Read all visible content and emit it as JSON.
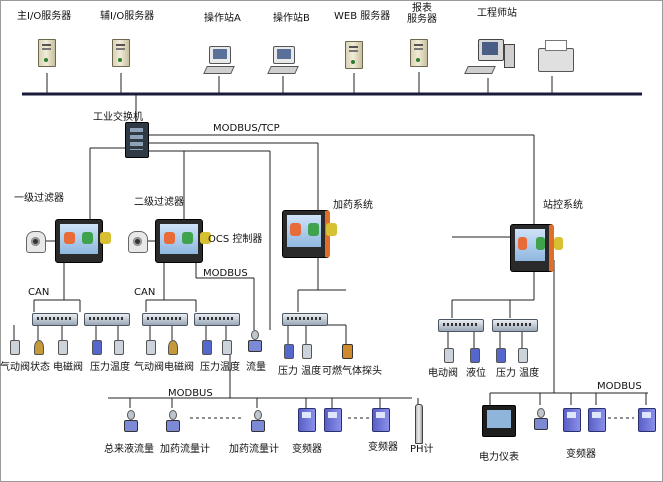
{
  "top_network": {
    "nodes": [
      {
        "id": "main-io-server",
        "label": "主I/O服务器"
      },
      {
        "id": "aux-io-server",
        "label": "辅I/O服务器"
      },
      {
        "id": "operator-station-a",
        "label": "操作站A"
      },
      {
        "id": "operator-station-b",
        "label": "操作站B"
      },
      {
        "id": "web-server",
        "label": "WEB 服务器"
      },
      {
        "id": "report-server",
        "label": "报表\n服务器"
      },
      {
        "id": "engineer-station",
        "label": "工程师站"
      }
    ]
  },
  "labels": {
    "industrial_switch": "工业交换机",
    "modbus_tcp": "MODBUS/TCP",
    "dosing_system": "加药系统",
    "substation_system": "站控系统",
    "primary_filter": "一级过滤器",
    "secondary_filter": "二级过滤器",
    "ocs_controller": "OCS 控制器",
    "modbus_mid": "MODBUS",
    "can_left": "CAN",
    "can_right": "CAN",
    "modbus_bottom": "MODBUS",
    "modbus_right": "MODBUS",
    "flow": "流量"
  },
  "field_labels": {
    "pneumatic_valve_status": "气动阀状态",
    "solenoid_valve": "电磁阀",
    "pressure_temperature": "压力温度",
    "pneumatic_valve_solenoid": "气动阀电磁阀",
    "pressure_temperature_2": "压力温度",
    "pressure_temperature_3": "压力 温度",
    "combustible_gas_probe": "可燃气体探头",
    "electric_valve": "电动阀",
    "liquid_level": "液位",
    "pressure_temperature_4": "压力 温度"
  },
  "bottom_labels": {
    "total_flow": "总来液流量",
    "dosing_meter_1": "加药流量计",
    "dosing_meter_2": "加药流量计",
    "inverter_1": "变频器",
    "inverter_2": "变频器",
    "ph_meter": "PH计",
    "power_meter": "电力仪表",
    "inverter_3": "变频器"
  }
}
